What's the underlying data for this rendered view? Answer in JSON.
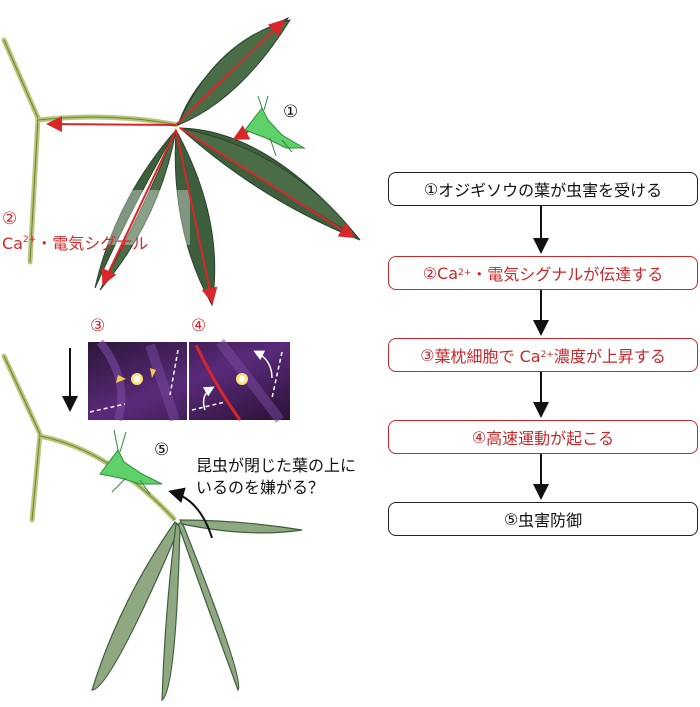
{
  "figure": {
    "step1_marker": "①",
    "step2_marker": "②",
    "step3_marker": "③",
    "step4_marker": "④",
    "step5_marker": "⑤",
    "signal_label_pre": "Ca",
    "signal_label_sup": "2+",
    "signal_label_post": "・電気シグナル",
    "insect_note": "昆虫が閉じた葉の上に\nいるのを嫌がる？"
  },
  "flow": {
    "steps": [
      {
        "num": "①",
        "text": "オジギソウの葉が虫害を受ける",
        "style": "black"
      },
      {
        "num": "②",
        "pre": "Ca",
        "sup": "2+",
        "post": "・電気シグナルが伝達する",
        "style": "red"
      },
      {
        "num": "③",
        "pre": "葉枕細胞で Ca",
        "sup": "2+",
        "post": " 濃度が上昇する",
        "style": "red"
      },
      {
        "num": "④",
        "text": "高速運動が起こる",
        "style": "red"
      },
      {
        "num": "⑤",
        "text": "虫害防御",
        "style": "black"
      }
    ]
  },
  "colors": {
    "leaf": "#3e5f3e",
    "stem": "#b9c77a",
    "signal_arrow": "#d9262b",
    "insect": "#5fd16a",
    "micrograph_bg": "#3a1a4a"
  }
}
